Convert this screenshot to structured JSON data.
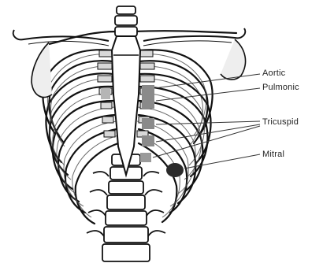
{
  "labels": {
    "aortic": "Aortic",
    "pulmonic": "Pulmonic",
    "tricuspid": "Tricuspid",
    "mitral": "Mitral"
  },
  "colors": {
    "line": "#111111",
    "fill": "#ffffff",
    "bone_shade": "#c9c9c9",
    "site_shade": "#8a8a8a",
    "mitral_shade": "#2a2a2a"
  }
}
